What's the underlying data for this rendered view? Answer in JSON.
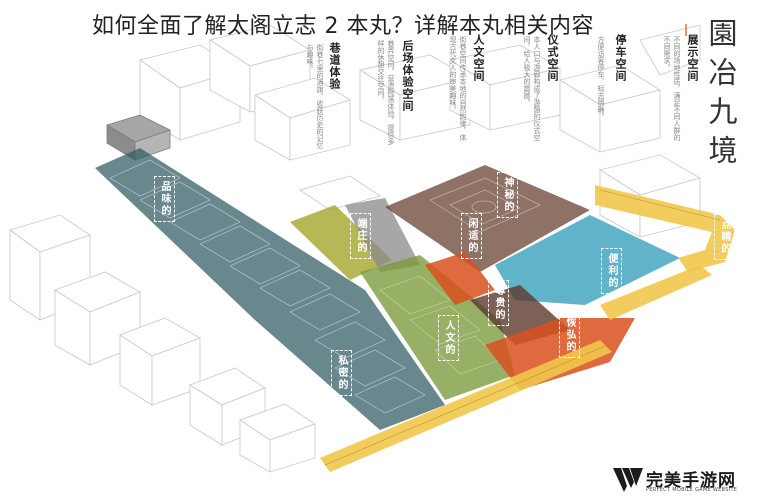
{
  "headline": "如何全面了解太阁立志 2 本丸？详解本丸相关内容",
  "diagram_title": "園冶九境",
  "legend": [
    {
      "title": "展示空间",
      "desc": "不同的场地性质，满足不同人群的不同需求。"
    },
    {
      "title": "停车空间",
      "desc": "方便访客停车，标志明确。"
    },
    {
      "title": "仪式空间",
      "desc": "本人口与游廊构成了游憩的仪式空间，给人极大的震撼。"
    },
    {
      "title": "人文空间",
      "desc": "街巷空间传承本地的自然韵律，体现古代文人的审美趣味。"
    },
    {
      "title": "后场体验空间",
      "desc": "巷弄空间，营造院落体验，提供多样的休憩交往空间。"
    },
    {
      "title": "巷道体验",
      "desc": "街巷七里的酒旗，收获历史的记忆与趣味。"
    }
  ],
  "zones": {
    "pinwei": "品味的",
    "duanzhuang": "端庄的",
    "shenmi": "神秘的",
    "xianshi": "闲适的",
    "zunggui": "尊贵的",
    "bianli": "便利的",
    "dianjing": "点睛的",
    "renwen": "人文的",
    "kuanghong": "恢弘的",
    "simi": "私密的"
  },
  "colors": {
    "teal": "#2f5a62",
    "olive": "#a3a62b",
    "green": "#7a9a3a",
    "brown": "#7a5848",
    "orange": "#d9501e",
    "blue": "#3aa0bc",
    "yellow": "#f1c64a",
    "gray": "#9a9a9a"
  },
  "watermark": {
    "name": "完美手游网",
    "sub": "PERFECT MOBILE GAME WEBSITE"
  }
}
